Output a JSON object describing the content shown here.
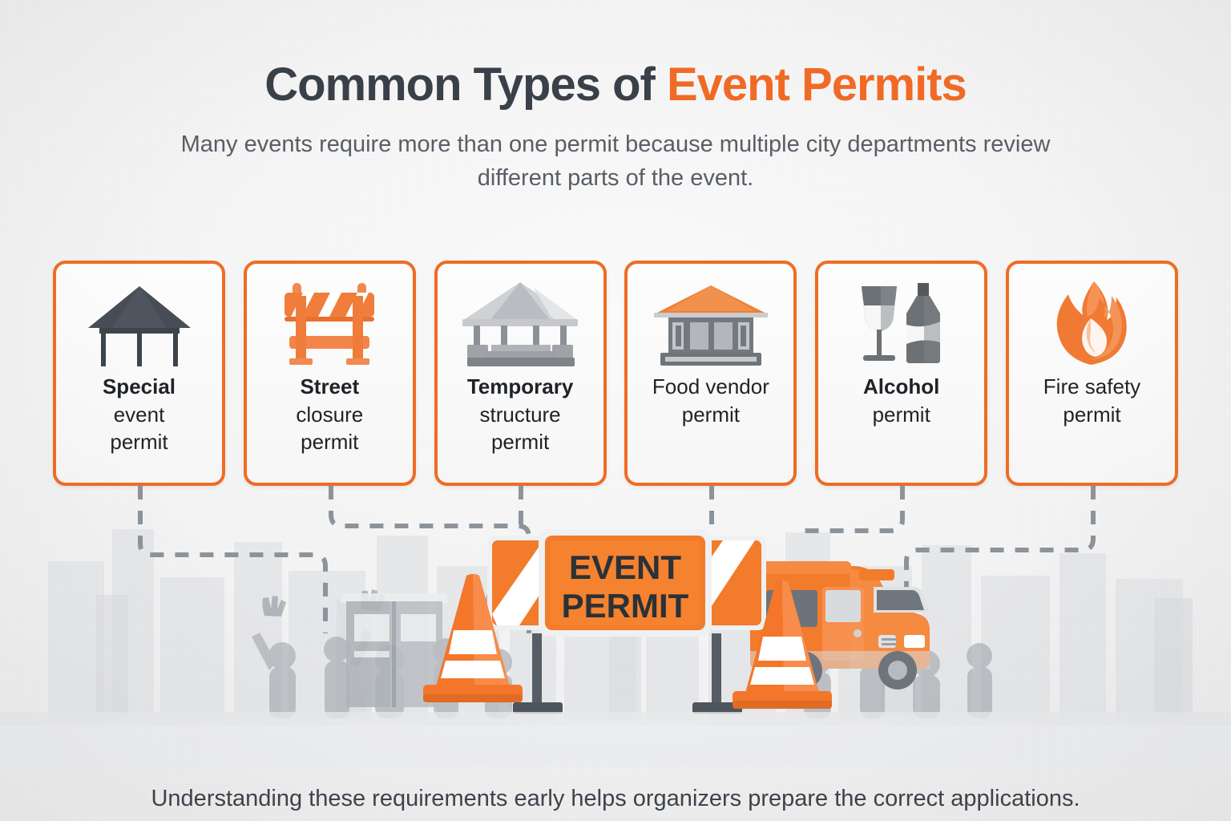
{
  "header": {
    "title_main": "Common Types of ",
    "title_accent": "Event Permits",
    "subtitle": "Many events require more than one permit because multiple city departments review different parts of the event."
  },
  "colors": {
    "accent_orange": "#ef6c23",
    "title_dark": "#3a4049",
    "body_gray": "#585e66",
    "connector_gray": "#8c939b",
    "icon_dark": "#474d55",
    "icon_gray": "#7d8387"
  },
  "cards": [
    {
      "icon": "canopy-tent-icon",
      "bold": "Special",
      "rest": "event\npermit"
    },
    {
      "icon": "road-barricade-icon",
      "bold": "Street",
      "rest": "closure\npermit"
    },
    {
      "icon": "gazebo-stage-icon",
      "bold": "Temporary",
      "rest": "structure\npermit"
    },
    {
      "icon": "food-kiosk-icon",
      "bold": "",
      "rest": "Food vendor\npermit"
    },
    {
      "icon": "wine-glass-bottle-icon",
      "bold": "Alcohol",
      "rest": "permit"
    },
    {
      "icon": "flame-icon",
      "bold": "",
      "rest": "Fire safety\npermit"
    }
  ],
  "scene": {
    "sign_line1": "EVENT",
    "sign_line2": "PERMIT",
    "elements": [
      "traffic-cone-left",
      "portable-toilet",
      "crowd-silhouette",
      "barricade-sign",
      "food-truck",
      "traffic-cone-right",
      "city-skyline"
    ]
  },
  "footer": {
    "text": "Understanding these requirements early helps organizers prepare the correct applications."
  }
}
